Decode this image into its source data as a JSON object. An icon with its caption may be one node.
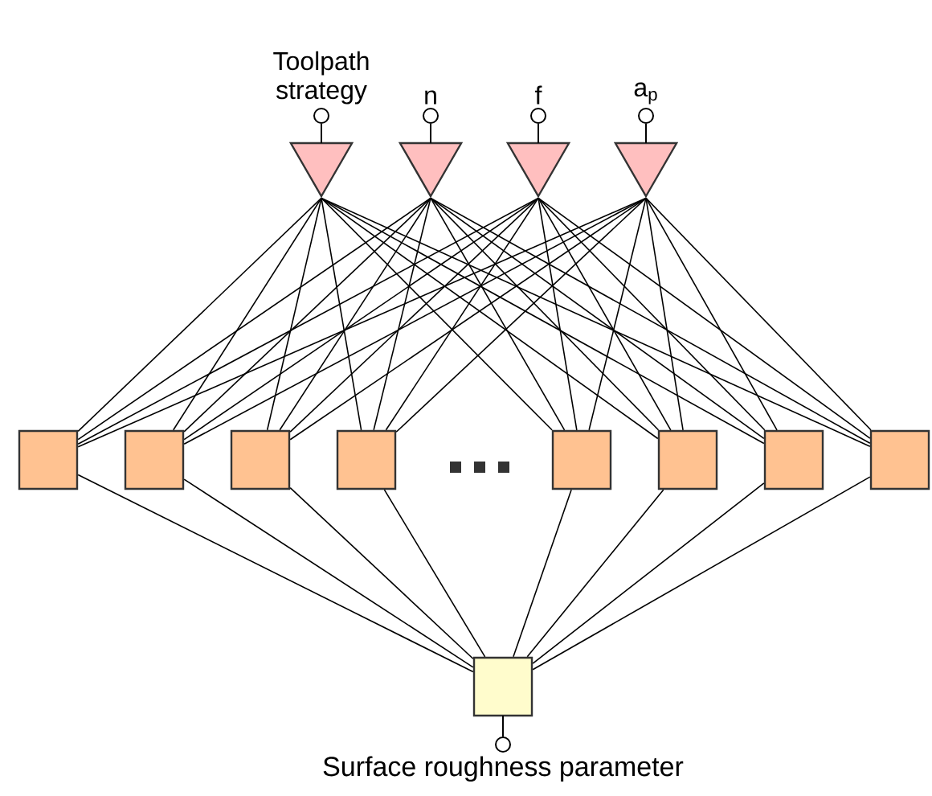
{
  "diagram": {
    "nodes": [
      {
        "text": [
          "Toolpath strategy"
        ]
      },
      {
        "text": [
          "n"
        ]
      },
      {
        "text": [
          "f"
        ]
      },
      {
        "text": [
          "a$_{p}$"
        ]
      },
      {
        "text": [],
        "shape": "box"
      },
      {
        "text": [],
        "shape": "box"
      },
      {
        "text": [],
        "shape": "box"
      },
      {
        "text": [],
        "shape": "box"
      },
      {
        "text": [],
        "shape": "box"
      },
      {
        "text": [],
        "shape": "box"
      },
      {
        "text": [],
        "shape": "box"
      },
      {
        "text": [],
        "shape": "box"
      },
      {
        "text": [
          "Surface roughness parameter"
        ]
      }
    ],
    "edges": [
      {
        "from": 0,
        "to": 4,
        "arrow": "none"
      },
      {
        "from": 0,
        "to": 5,
        "arrow": "none"
      },
      {
        "from": 0,
        "to": 6,
        "arrow": "none"
      },
      {
        "from": 0,
        "to": 7,
        "arrow": "none"
      },
      {
        "from": 0,
        "to": 8,
        "arrow": "none"
      },
      {
        "from": 0,
        "to": 9,
        "arrow": "none"
      },
      {
        "from": 0,
        "to": 10,
        "arrow": "none"
      },
      {
        "from": 0,
        "to": 11,
        "arrow": "none"
      },
      {
        "from": 1,
        "to": 4,
        "arrow": "none"
      },
      {
        "from": 1,
        "to": 5,
        "arrow": "none"
      },
      {
        "from": 1,
        "to": 6,
        "arrow": "none"
      },
      {
        "from": 1,
        "to": 7,
        "arrow": "none"
      },
      {
        "from": 1,
        "to": 8,
        "arrow": "none"
      },
      {
        "from": 1,
        "to": 9,
        "arrow": "none"
      },
      {
        "from": 1,
        "to": 10,
        "arrow": "none"
      },
      {
        "from": 1,
        "to": 11,
        "arrow": "none"
      },
      {
        "from": 2,
        "to": 4,
        "arrow": "none"
      },
      {
        "from": 2,
        "to": 5,
        "arrow": "none"
      },
      {
        "from": 2,
        "to": 6,
        "arrow": "none"
      },
      {
        "from": 2,
        "to": 7,
        "arrow": "none"
      },
      {
        "from": 2,
        "to": 8,
        "arrow": "none"
      },
      {
        "from": 2,
        "to": 9,
        "arrow": "none"
      },
      {
        "from": 2,
        "to": 10,
        "arrow": "none"
      },
      {
        "from": 2,
        "to": 11,
        "arrow": "none"
      },
      {
        "from": 3,
        "to": 4,
        "arrow": "none"
      },
      {
        "from": 3,
        "to": 5,
        "arrow": "none"
      },
      {
        "from": 3,
        "to": 6,
        "arrow": "none"
      },
      {
        "from": 3,
        "to": 7,
        "arrow": "none"
      },
      {
        "from": 3,
        "to": 8,
        "arrow": "none"
      },
      {
        "from": 3,
        "to": 9,
        "arrow": "none"
      },
      {
        "from": 3,
        "to": 10,
        "arrow": "none"
      },
      {
        "from": 3,
        "to": 11,
        "arrow": "none"
      },
      {
        "from": 4,
        "to": 12,
        "arrow": "none"
      },
      {
        "from": 5,
        "to": 12,
        "arrow": "none"
      },
      {
        "from": 6,
        "to": 12,
        "arrow": "none"
      },
      {
        "from": 7,
        "to": 12,
        "arrow": "none"
      },
      {
        "from": 8,
        "to": 12,
        "arrow": "none"
      },
      {
        "from": 9,
        "to": 12,
        "arrow": "none"
      },
      {
        "from": 10,
        "to": 12,
        "arrow": "none"
      },
      {
        "from": 11,
        "to": 12,
        "arrow": "none"
      }
    ]
  }
}
